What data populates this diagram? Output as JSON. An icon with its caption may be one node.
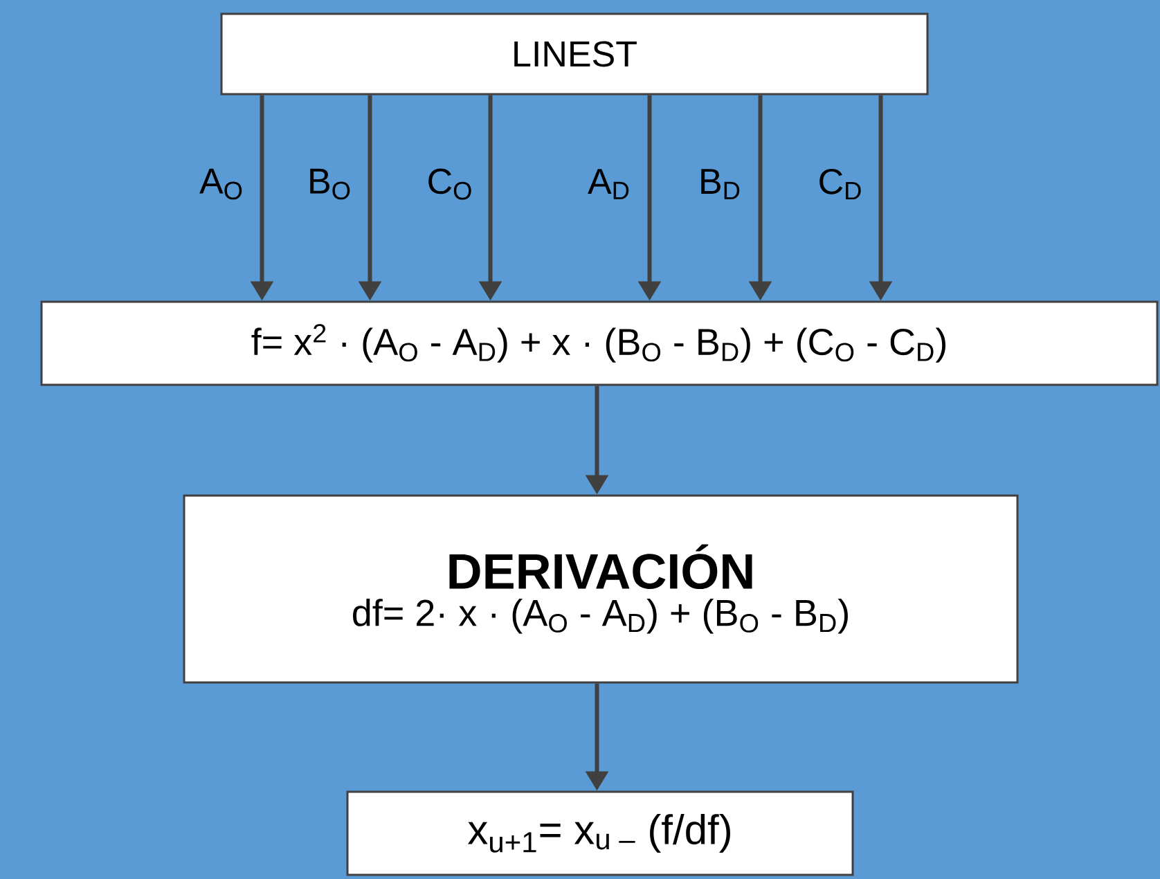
{
  "diagram": {
    "nodes": [
      {
        "text": [
          "LINEST"
        ]
      },
      {
        "text": [
          "f= x$^{2}$ · (A$_{O}$ - A$_{D}$) + x · (B$_{O}$ - B$_{D}$) + (C$_{O}$ - C$_{D}$)"
        ]
      },
      {
        "text": [
          "DERIVACIÓN",
          "df= 2· x · (A$_{O}$ - A$_{D}$) + (B$_{O}$ - B$_{D}$)"
        ]
      },
      {
        "text": [
          "x$_{u+1}$= x$_{u –}$ (f/df)"
        ]
      }
    ],
    "edges": [
      {
        "from": 0,
        "to": 1,
        "arrow": "to",
        "label": "A$_{O}$"
      },
      {
        "from": 0,
        "to": 1,
        "arrow": "to",
        "label": "B$_{O}$"
      },
      {
        "from": 0,
        "to": 1,
        "arrow": "to",
        "label": "C$_{O}$"
      },
      {
        "from": 0,
        "to": 1,
        "arrow": "to",
        "label": "A$_{D}$"
      },
      {
        "from": 0,
        "to": 1,
        "arrow": "to",
        "label": "B$_{D}$"
      },
      {
        "from": 0,
        "to": 1,
        "arrow": "to",
        "label": "C$_{D}$"
      },
      {
        "from": 1,
        "to": 2,
        "arrow": "to"
      },
      {
        "from": 2,
        "to": 3,
        "arrow": "to"
      }
    ]
  }
}
